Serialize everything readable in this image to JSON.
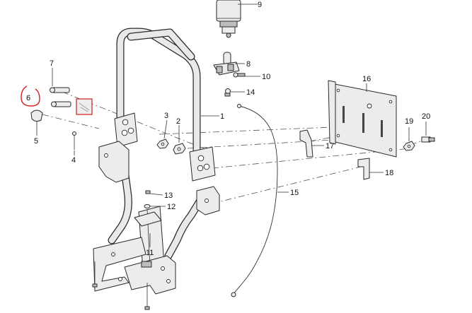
{
  "callouts": [
    {
      "id": "1",
      "text": "1"
    },
    {
      "id": "2",
      "text": "2"
    },
    {
      "id": "3",
      "text": "3"
    },
    {
      "id": "4",
      "text": "4"
    },
    {
      "id": "5",
      "text": "5"
    },
    {
      "id": "6",
      "text": "6"
    },
    {
      "id": "7",
      "text": "7"
    },
    {
      "id": "8",
      "text": "8"
    },
    {
      "id": "9",
      "text": "9"
    },
    {
      "id": "10",
      "text": "10"
    },
    {
      "id": "11",
      "text": "11"
    },
    {
      "id": "12",
      "text": "12"
    },
    {
      "id": "13",
      "text": "13"
    },
    {
      "id": "14",
      "text": "14"
    },
    {
      "id": "15",
      "text": "15"
    },
    {
      "id": "16",
      "text": "16"
    },
    {
      "id": "17",
      "text": "17"
    },
    {
      "id": "18",
      "text": "18"
    },
    {
      "id": "19",
      "text": "19"
    },
    {
      "id": "20",
      "text": "20"
    }
  ],
  "highlight": {
    "callout": "6",
    "color": "#d21f1f"
  },
  "colors": {
    "line": "#2a2a2a",
    "part_fill": "#ececec",
    "highlight": "#d21f1f"
  }
}
